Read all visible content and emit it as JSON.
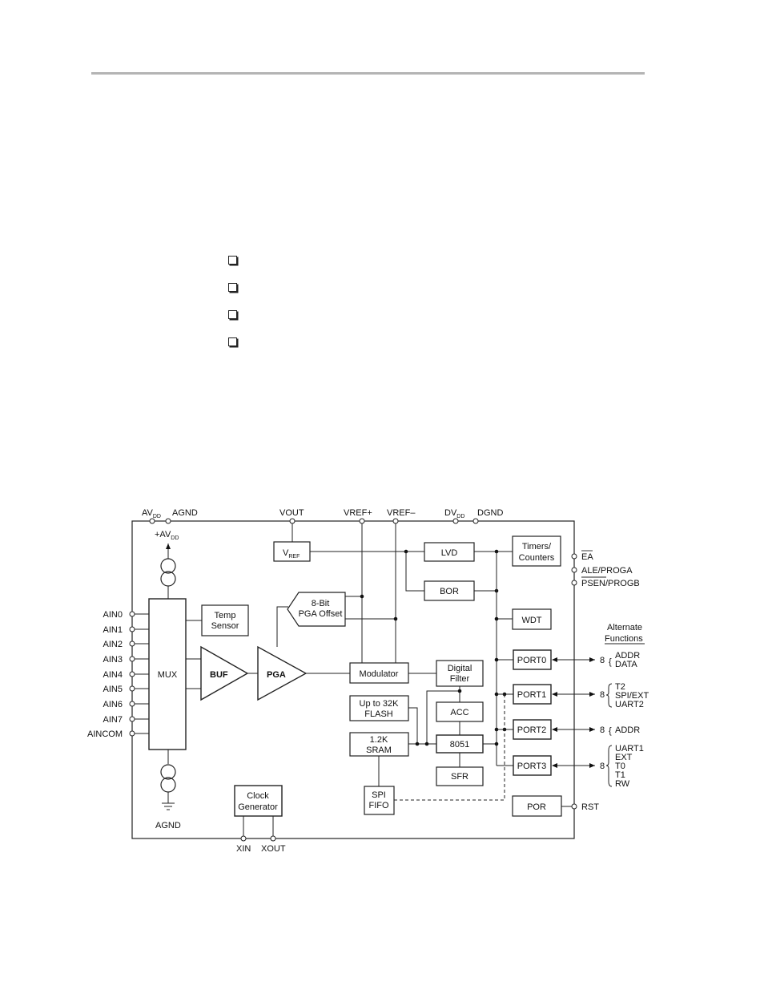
{
  "bullets": [
    "",
    "",
    "",
    ""
  ],
  "top_pins": {
    "avdd": "AV",
    "avdd_sub": "DD",
    "agnd": "AGND",
    "vout": "VOUT",
    "vref_plus": "VREF+",
    "vref_minus": "VREF–",
    "dvdd": "DV",
    "dvdd_sub": "DD",
    "dgnd": "DGND"
  },
  "left_pins": [
    "AIN0",
    "AIN1",
    "AIN2",
    "AIN3",
    "AIN4",
    "AIN5",
    "AIN6",
    "AIN7",
    "AINCOM"
  ],
  "bottom_pins": {
    "agnd": "AGND",
    "xin": "XIN",
    "xout": "XOUT"
  },
  "right_pins": {
    "ea": "EA",
    "ale": "ALE/PROGA",
    "psen": "PSEN",
    "progb": "/PROGB",
    "rst": "RST"
  },
  "analog": {
    "avdd_top": "+AV",
    "avdd_top_sub": "DD",
    "mux": "MUX",
    "buf": "BUF",
    "pga": "PGA",
    "temp_line1": "Temp",
    "temp_line2": "Sensor",
    "vref": "V",
    "vref_sub": "REF",
    "pga_offset_line1": "8-Bit",
    "pga_offset_line2": "PGA Offset",
    "modulator": "Modulator",
    "digital_filter_line1": "Digital",
    "digital_filter_line2": "Filter"
  },
  "digital": {
    "lvd": "LVD",
    "bor": "BOR",
    "timers_line1": "Timers/",
    "timers_line2": "Counters",
    "wdt": "WDT",
    "flash_line1": "Up to 32K",
    "flash_line2": "FLASH",
    "sram_line1": "1.2K",
    "sram_line2": "SRAM",
    "acc": "ACC",
    "cpu": "8051",
    "sfr": "SFR",
    "spi_line1": "SPI",
    "spi_line2": "FIFO",
    "clock_line1": "Clock",
    "clock_line2": "Generator",
    "por": "POR"
  },
  "ports": [
    "PORT0",
    "PORT1",
    "PORT2",
    "PORT3"
  ],
  "alternate_functions": {
    "title_line1": "Alternate",
    "title_line2": "Functions",
    "bus_width": "8",
    "port0": [
      "ADDR",
      "DATA"
    ],
    "port1": [
      "T2",
      "SPI/EXT",
      "UART2"
    ],
    "port2": [
      "ADDR"
    ],
    "port3": [
      "UART1",
      "EXT",
      "T0",
      "T1",
      "RW"
    ]
  }
}
